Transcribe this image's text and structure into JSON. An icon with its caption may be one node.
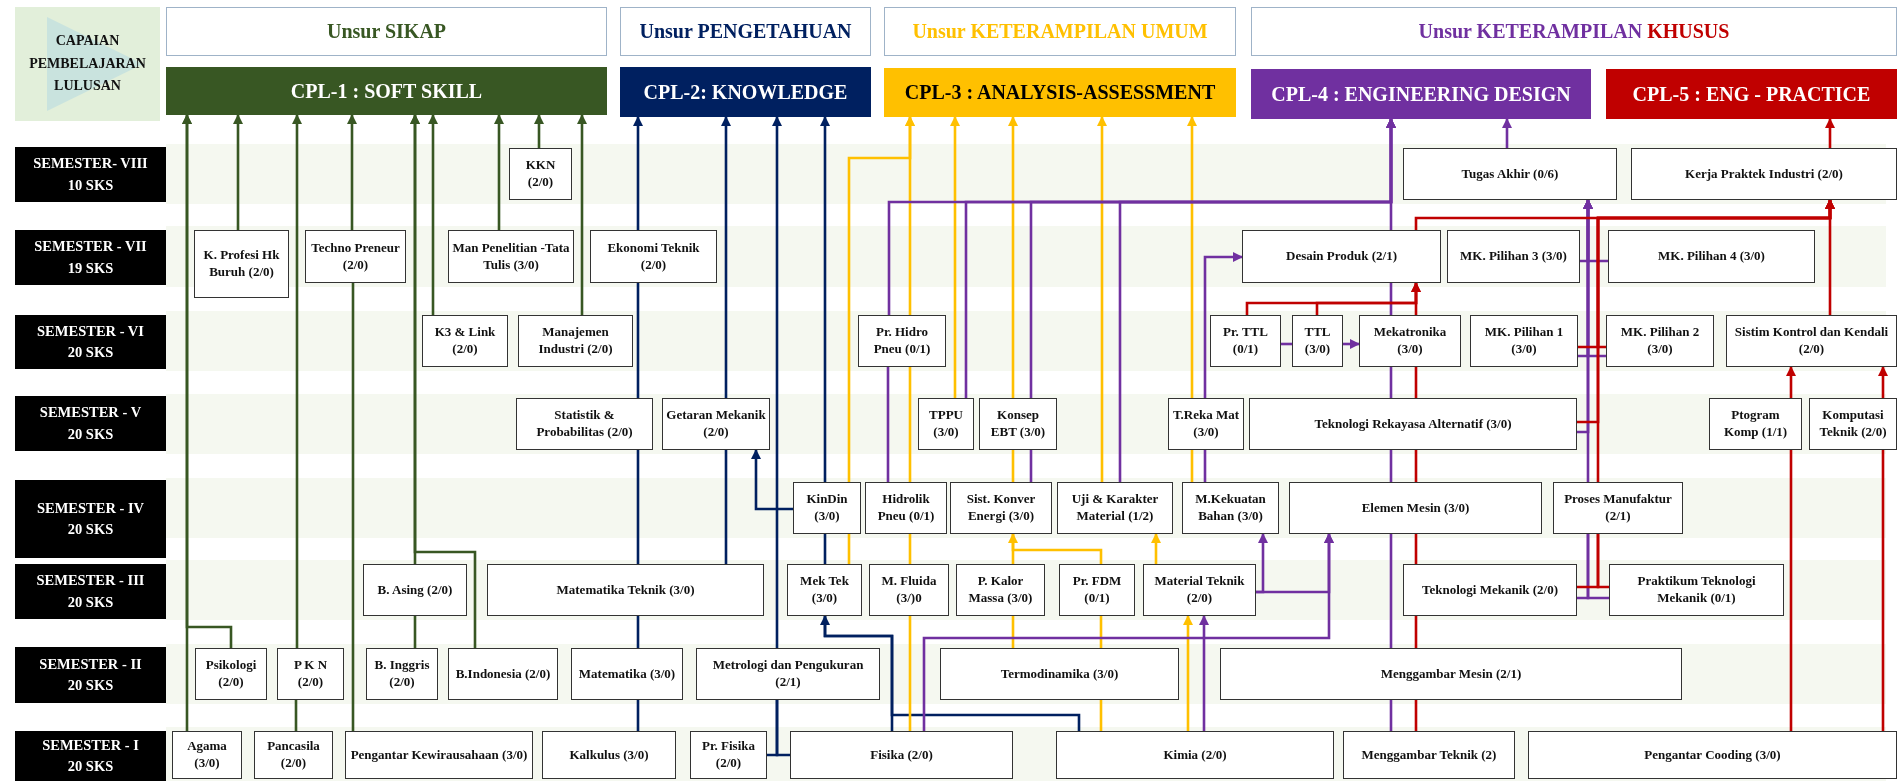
{
  "diagram": {
    "nodes": [
      {
        "text": [
          "CAPAIAN PEMBELAJARAN LULUSAN"
        ]
      },
      {
        "text": [
          "Unsur SIKAP"
        ]
      },
      {
        "text": [
          "Unsur PENGETAHUAN"
        ]
      },
      {
        "text": [
          "Unsur KETERAMPILAN UMUM"
        ]
      },
      {
        "text": [
          "Unsur KETERAMPILAN KHUSUS"
        ]
      },
      {
        "text": [
          "CPL-1 : SOFT SKILL"
        ]
      },
      {
        "text": [
          "CPL-2: KNOWLEDGE"
        ]
      },
      {
        "text": [
          "CPL-3 : ANALYSIS-ASSESSMENT"
        ]
      },
      {
        "text": [
          "CPL-4 : ENGINEERING DESIGN"
        ]
      },
      {
        "text": [
          "CPL-5 : ENG - PRACTICE"
        ]
      },
      {
        "text": [
          "SEMESTER- VIII",
          "10 SKS"
        ]
      },
      {
        "text": [
          "KKN (2/0)"
        ]
      },
      {
        "text": [
          "Tugas Akhir (0/6)"
        ]
      },
      {
        "text": [
          "Kerja Praktek Industri (2/0)"
        ]
      },
      {
        "text": [
          "SEMESTER - VII",
          "19 SKS"
        ]
      },
      {
        "text": [
          "K. Profesi Hk Buruh (2/0)"
        ]
      },
      {
        "text": [
          "Techno Preneur (2/0)"
        ]
      },
      {
        "text": [
          "Man Penelitian -Tata Tulis (3/0)"
        ]
      },
      {
        "text": [
          "Ekonomi Teknik (2/0)"
        ]
      },
      {
        "text": [
          "Desain Produk (2/1)"
        ]
      },
      {
        "text": [
          "MK. Pilihan 3 (3/0)"
        ]
      },
      {
        "text": [
          "MK. Pilihan 4 (3/0)"
        ]
      },
      {
        "text": [
          "SEMESTER - VI",
          "20 SKS"
        ]
      },
      {
        "text": [
          "K3 & Link (2/0)"
        ]
      },
      {
        "text": [
          "Manajemen Industri (2/0)"
        ]
      },
      {
        "text": [
          "Pr. Hidro Pneu (0/1)"
        ]
      },
      {
        "text": [
          "Pr. TTL (0/1)"
        ]
      },
      {
        "text": [
          "TTL (3/0)"
        ]
      },
      {
        "text": [
          "Mekatronika (3/0)"
        ]
      },
      {
        "text": [
          "MK. Pilihan 1 (3/0)"
        ]
      },
      {
        "text": [
          "MK. Pilihan 2 (3/0)"
        ]
      },
      {
        "text": [
          "Sistim Kontrol dan Kendali (2/0)"
        ]
      },
      {
        "text": [
          "SEMESTER - V",
          "20 SKS"
        ]
      },
      {
        "text": [
          "Statistik & Probabilitas (2/0)"
        ]
      },
      {
        "text": [
          "Getaran Mekanik (2/0)"
        ]
      },
      {
        "text": [
          "TPPU (3/0)"
        ]
      },
      {
        "text": [
          "Konsep EBT (3/0)"
        ]
      },
      {
        "text": [
          "T.Reka Mat (3/0)"
        ]
      },
      {
        "text": [
          "Teknologi Rekayasa Alternatif (3/0)"
        ]
      },
      {
        "text": [
          "Ptogram Komp (1/1)"
        ]
      },
      {
        "text": [
          "Komputasi Teknik (2/0)"
        ]
      },
      {
        "text": [
          "SEMESTER - IV",
          "20 SKS"
        ]
      },
      {
        "text": [
          "KinDin (3/0)"
        ]
      },
      {
        "text": [
          "Hidrolik Pneu (0/1)"
        ]
      },
      {
        "text": [
          "Sist. Konver Energi (3/0)"
        ]
      },
      {
        "text": [
          "Uji & Karakter Material (1/2)"
        ]
      },
      {
        "text": [
          "M.Kekuatan Bahan (3/0)"
        ]
      },
      {
        "text": [
          "Elemen Mesin (3/0)"
        ]
      },
      {
        "text": [
          "Proses Manufaktur (2/1)"
        ]
      },
      {
        "text": [
          "SEMESTER - III",
          "20 SKS"
        ]
      },
      {
        "text": [
          "B. Asing (2/0)"
        ]
      },
      {
        "text": [
          "Matematika Teknik (3/0)"
        ]
      },
      {
        "text": [
          "Mek Tek (3/0)"
        ]
      },
      {
        "text": [
          "M. Fluida (3/)0"
        ]
      },
      {
        "text": [
          "P. Kalor Massa (3/0)"
        ]
      },
      {
        "text": [
          "Pr. FDM (0/1)"
        ]
      },
      {
        "text": [
          "Material Teknik (2/0)"
        ]
      },
      {
        "text": [
          "Teknologi Mekanik (2/0)"
        ]
      },
      {
        "text": [
          "Praktikum Teknologi Mekanik (0/1)"
        ]
      },
      {
        "text": [
          "SEMESTER - II",
          "20 SKS"
        ]
      },
      {
        "text": [
          "Psikologi (2/0)"
        ]
      },
      {
        "text": [
          "P K N (2/0)"
        ]
      },
      {
        "text": [
          "B. Inggris (2/0)"
        ]
      },
      {
        "text": [
          "B.Indonesia (2/0)"
        ]
      },
      {
        "text": [
          "Matematika (3/0)"
        ]
      },
      {
        "text": [
          "Metrologi dan Pengukuran (2/1)"
        ]
      },
      {
        "text": [
          "Termodinamika (3/0)"
        ]
      },
      {
        "text": [
          "Menggambar Mesin (2/1)"
        ]
      },
      {
        "text": [
          "SEMESTER - I",
          "20 SKS"
        ]
      },
      {
        "text": [
          "Agama (3/0)"
        ]
      },
      {
        "text": [
          "Pancasila (2/0)"
        ]
      },
      {
        "text": [
          "Pengantar Kewirausahaan (3/0)"
        ]
      },
      {
        "text": [
          "Kalkulus (3/0)"
        ]
      },
      {
        "text": [
          "Pr. Fisika (2/0)"
        ]
      },
      {
        "text": [
          "Fisika (2/0)"
        ]
      },
      {
        "text": [
          "Kimia (2/0)"
        ]
      },
      {
        "text": [
          "Menggambar Teknik (2)"
        ]
      },
      {
        "text": [
          "Pengantar Cooding (3/0)"
        ]
      }
    ],
    "edges": [
      {
        "from": 69,
        "to": 5,
        "arrow": "to",
        "color": "#385723"
      },
      {
        "from": 60,
        "to": 5,
        "arrow": "to",
        "color": "#385723"
      },
      {
        "from": 15,
        "to": 5,
        "arrow": "to",
        "color": "#385723"
      },
      {
        "from": 70,
        "to": 61,
        "arrow": "none",
        "color": "#385723"
      },
      {
        "from": 61,
        "to": 5,
        "arrow": "to",
        "color": "#385723"
      },
      {
        "from": 71,
        "to": 16,
        "arrow": "none",
        "color": "#385723"
      },
      {
        "from": 16,
        "to": 5,
        "arrow": "to",
        "color": "#385723"
      },
      {
        "from": 62,
        "to": 50,
        "arrow": "none",
        "color": "#385723"
      },
      {
        "from": 50,
        "to": 5,
        "arrow": "to",
        "color": "#385723"
      },
      {
        "from": 63,
        "to": 5,
        "arrow": "to",
        "color": "#385723"
      },
      {
        "from": 23,
        "to": 5,
        "arrow": "to",
        "color": "#385723"
      },
      {
        "from": 17,
        "to": 5,
        "arrow": "to",
        "color": "#385723"
      },
      {
        "from": 11,
        "to": 5,
        "arrow": "to",
        "color": "#385723"
      },
      {
        "from": 24,
        "to": 5,
        "arrow": "to",
        "color": "#385723"
      },
      {
        "from": 72,
        "to": 64,
        "arrow": "none",
        "color": "#002060"
      },
      {
        "from": 64,
        "to": 51,
        "arrow": "none",
        "color": "#002060"
      },
      {
        "from": 51,
        "to": 33,
        "arrow": "none",
        "color": "#002060"
      },
      {
        "from": 33,
        "to": 18,
        "arrow": "none",
        "color": "#002060"
      },
      {
        "from": 18,
        "to": 6,
        "arrow": "to",
        "color": "#002060"
      },
      {
        "from": 51,
        "to": 34,
        "arrow": "none",
        "color": "#002060"
      },
      {
        "from": 34,
        "to": 6,
        "arrow": "to",
        "color": "#002060"
      },
      {
        "from": 42,
        "to": 34,
        "arrow": "to",
        "color": "#002060"
      },
      {
        "from": 73,
        "to": 65,
        "arrow": "none",
        "color": "#002060"
      },
      {
        "from": 74,
        "to": 65,
        "arrow": "none",
        "color": "#002060"
      },
      {
        "from": 65,
        "to": 6,
        "arrow": "to",
        "color": "#002060"
      },
      {
        "from": 74,
        "to": 52,
        "arrow": "none",
        "color": "#002060"
      },
      {
        "from": 75,
        "to": 52,
        "arrow": "to",
        "color": "#002060"
      },
      {
        "from": 52,
        "to": 42,
        "arrow": "none",
        "color": "#002060"
      },
      {
        "from": 42,
        "to": 6,
        "arrow": "to",
        "color": "#002060"
      },
      {
        "from": 52,
        "to": 42,
        "arrow": "none",
        "color": "#ffc000"
      },
      {
        "from": 42,
        "to": 7,
        "arrow": "to",
        "color": "#ffc000"
      },
      {
        "from": 74,
        "to": 53,
        "arrow": "none",
        "color": "#ffc000"
      },
      {
        "from": 53,
        "to": 43,
        "arrow": "none",
        "color": "#ffc000"
      },
      {
        "from": 43,
        "to": 25,
        "arrow": "none",
        "color": "#ffc000"
      },
      {
        "from": 25,
        "to": 7,
        "arrow": "to",
        "color": "#ffc000"
      },
      {
        "from": 35,
        "to": 7,
        "arrow": "to",
        "color": "#ffc000"
      },
      {
        "from": 66,
        "to": 54,
        "arrow": "none",
        "color": "#ffc000"
      },
      {
        "from": 54,
        "to": 44,
        "arrow": "none",
        "color": "#ffc000"
      },
      {
        "from": 55,
        "to": 44,
        "arrow": "to",
        "color": "#ffc000"
      },
      {
        "from": 44,
        "to": 36,
        "arrow": "none",
        "color": "#ffc000"
      },
      {
        "from": 36,
        "to": 7,
        "arrow": "to",
        "color": "#ffc000"
      },
      {
        "from": 75,
        "to": 66,
        "arrow": "none",
        "color": "#ffc000"
      },
      {
        "from": 66,
        "to": 55,
        "arrow": "none",
        "color": "#ffc000"
      },
      {
        "from": 45,
        "to": 7,
        "arrow": "to",
        "color": "#ffc000"
      },
      {
        "from": 56,
        "to": 45,
        "arrow": "to",
        "color": "#ffc000"
      },
      {
        "from": 75,
        "to": 56,
        "arrow": "to",
        "color": "#ffc000"
      },
      {
        "from": 46,
        "to": 37,
        "arrow": "none",
        "color": "#ffc000"
      },
      {
        "from": 37,
        "to": 7,
        "arrow": "to",
        "color": "#ffc000"
      },
      {
        "from": 43,
        "to": 25,
        "arrow": "none",
        "color": "#7030a0"
      },
      {
        "from": 25,
        "to": 8,
        "arrow": "to",
        "color": "#7030a0"
      },
      {
        "from": 35,
        "to": 8,
        "arrow": "to",
        "color": "#7030a0"
      },
      {
        "from": 44,
        "to": 36,
        "arrow": "none",
        "color": "#7030a0"
      },
      {
        "from": 36,
        "to": 8,
        "arrow": "to",
        "color": "#7030a0"
      },
      {
        "from": 45,
        "to": 8,
        "arrow": "to",
        "color": "#7030a0"
      },
      {
        "from": 56,
        "to": 46,
        "arrow": "to",
        "color": "#7030a0"
      },
      {
        "from": 56,
        "to": 47,
        "arrow": "to",
        "color": "#7030a0"
      },
      {
        "from": 74,
        "to": 47,
        "arrow": "to",
        "color": "#7030a0"
      },
      {
        "from": 75,
        "to": 56,
        "arrow": "to",
        "color": "#7030a0"
      },
      {
        "from": 46,
        "to": 37,
        "arrow": "none",
        "color": "#7030a0"
      },
      {
        "from": 37,
        "to": 19,
        "arrow": "to",
        "color": "#7030a0"
      },
      {
        "from": 26,
        "to": 27,
        "arrow": "none",
        "color": "#7030a0"
      },
      {
        "from": 27,
        "to": 28,
        "arrow": "to",
        "color": "#7030a0"
      },
      {
        "from": 76,
        "to": 67,
        "arrow": "none",
        "color": "#7030a0"
      },
      {
        "from": 67,
        "to": 47,
        "arrow": "none",
        "color": "#7030a0"
      },
      {
        "from": 47,
        "to": 38,
        "arrow": "none",
        "color": "#7030a0"
      },
      {
        "from": 38,
        "to": 28,
        "arrow": "none",
        "color": "#7030a0"
      },
      {
        "from": 28,
        "to": 19,
        "arrow": "none",
        "color": "#7030a0"
      },
      {
        "from": 19,
        "to": 8,
        "arrow": "to",
        "color": "#7030a0"
      },
      {
        "from": 12,
        "to": 8,
        "arrow": "to",
        "color": "#7030a0"
      },
      {
        "from": 57,
        "to": 48,
        "arrow": "none",
        "color": "#7030a0"
      },
      {
        "from": 58,
        "to": 48,
        "arrow": "none",
        "color": "#7030a0"
      },
      {
        "from": 48,
        "to": 12,
        "arrow": "to",
        "color": "#7030a0"
      },
      {
        "from": 38,
        "to": 12,
        "arrow": "to",
        "color": "#7030a0"
      },
      {
        "from": 29,
        "to": 12,
        "arrow": "to",
        "color": "#7030a0"
      },
      {
        "from": 30,
        "to": 12,
        "arrow": "to",
        "color": "#7030a0"
      },
      {
        "from": 20,
        "to": 12,
        "arrow": "to",
        "color": "#7030a0"
      },
      {
        "from": 21,
        "to": 12,
        "arrow": "to",
        "color": "#7030a0"
      },
      {
        "from": 57,
        "to": 48,
        "arrow": "none",
        "color": "#c00000"
      },
      {
        "from": 58,
        "to": 48,
        "arrow": "none",
        "color": "#c00000"
      },
      {
        "from": 48,
        "to": 13,
        "arrow": "to",
        "color": "#c00000"
      },
      {
        "from": 38,
        "to": 13,
        "arrow": "to",
        "color": "#c00000"
      },
      {
        "from": 29,
        "to": 13,
        "arrow": "to",
        "color": "#c00000"
      },
      {
        "from": 30,
        "to": 13,
        "arrow": "to",
        "color": "#c00000"
      },
      {
        "from": 76,
        "to": 67,
        "arrow": "none",
        "color": "#c00000"
      },
      {
        "from": 67,
        "to": 57,
        "arrow": "none",
        "color": "#c00000"
      },
      {
        "from": 57,
        "to": 47,
        "arrow": "none",
        "color": "#c00000"
      },
      {
        "from": 47,
        "to": 38,
        "arrow": "none",
        "color": "#c00000"
      },
      {
        "from": 38,
        "to": 28,
        "arrow": "none",
        "color": "#c00000"
      },
      {
        "from": 28,
        "to": 19,
        "arrow": "none",
        "color": "#c00000"
      },
      {
        "from": 19,
        "to": 13,
        "arrow": "to",
        "color": "#c00000"
      },
      {
        "from": 26,
        "to": 19,
        "arrow": "to",
        "color": "#c00000"
      },
      {
        "from": 27,
        "to": 19,
        "arrow": "to",
        "color": "#c00000"
      },
      {
        "from": 31,
        "to": 13,
        "arrow": "none",
        "color": "#c00000"
      },
      {
        "from": 13,
        "to": 9,
        "arrow": "to",
        "color": "#c00000"
      },
      {
        "from": 77,
        "to": 39,
        "arrow": "none",
        "color": "#c00000"
      },
      {
        "from": 39,
        "to": 31,
        "arrow": "to",
        "color": "#c00000"
      },
      {
        "from": 77,
        "to": 40,
        "arrow": "none",
        "color": "#c00000"
      },
      {
        "from": 40,
        "to": 31,
        "arrow": "to",
        "color": "#c00000"
      }
    ]
  }
}
